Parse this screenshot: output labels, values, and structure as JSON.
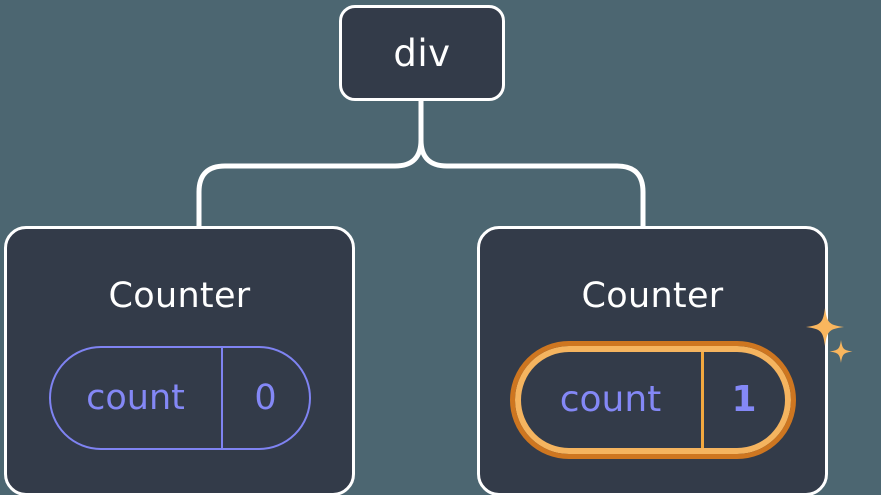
{
  "diagram": {
    "type": "component-tree",
    "background_color": "#4c6671",
    "node_fill_color": "#333b49",
    "node_border_color": "#ffffff",
    "connector_color": "#ffffff",
    "state_color": "#8488f6",
    "highlight_outer_color": "#ce7620",
    "highlight_inner_color": "#f5b45f",
    "highlight_divider_color": "#f3a83f",
    "sparkle_color": "#f9b65e"
  },
  "root": {
    "label": "div"
  },
  "children": [
    {
      "title": "Counter",
      "state": {
        "key": "count",
        "value": "0"
      },
      "highlighted": false,
      "sparkles": false
    },
    {
      "title": "Counter",
      "state": {
        "key": "count",
        "value": "1"
      },
      "highlighted": true,
      "sparkles": true,
      "sparkle_icons": [
        "sparkle-large-icon",
        "sparkle-small-icon"
      ]
    }
  ]
}
